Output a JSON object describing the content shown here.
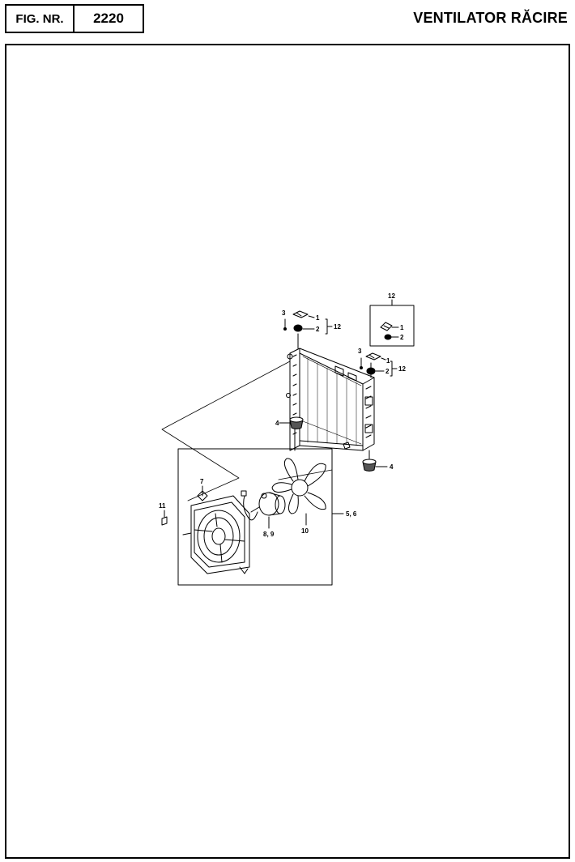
{
  "header": {
    "fig_label": "FIG. NR.",
    "fig_number": "2220",
    "title": "VENTILATOR RĂCIRE"
  },
  "callouts": {
    "c1a": "1",
    "c2a": "2",
    "c3a": "3",
    "c12a": "12",
    "c1b": "1",
    "c2b": "2",
    "c3b": "3",
    "c12b": "12",
    "c12box": "12",
    "c1box": "1",
    "c2box": "2",
    "c4a": "4",
    "c4b": "4",
    "c7": "7",
    "c11": "11",
    "c89": "8, 9",
    "c10": "10",
    "c56": "5, 6"
  }
}
